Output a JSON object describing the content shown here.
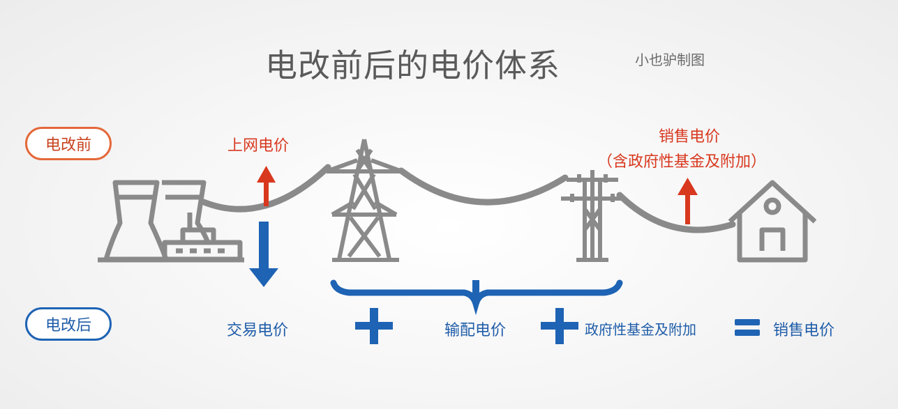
{
  "title": "电改前后的电价体系",
  "author": "小也驴制图",
  "before": {
    "tag": "电改前",
    "grid_price": "上网电价",
    "sales_price": "销售电价",
    "sales_note": "（含政府性基金及附加）"
  },
  "after": {
    "tag": "电改后",
    "trade_price": "交易电价",
    "transmission_price": "输配电价",
    "gov_fund": "政府性基金及附加",
    "sales_price": "销售电价"
  },
  "colors": {
    "red": "#d8381e",
    "blue": "#1e63b4",
    "gray": "#8a8a8a"
  },
  "icons": [
    "power-plant-icon",
    "transmission-tower-icon",
    "utility-pole-icon",
    "house-icon"
  ]
}
